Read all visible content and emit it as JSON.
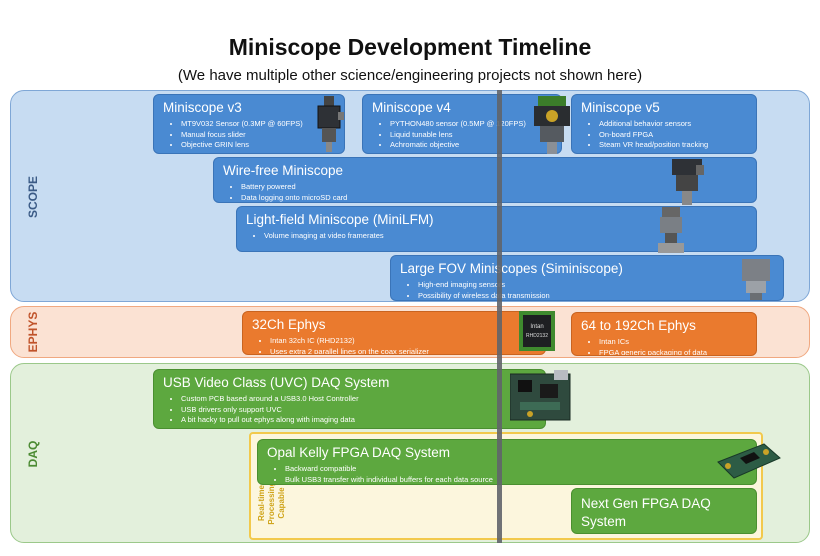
{
  "title": "Miniscope Development Timeline",
  "subtitle": "(We have multiple other science/engineering projects not shown here)",
  "sections": {
    "scope": "SCOPE",
    "ephys": "EPHYS",
    "daq": "DAQ"
  },
  "boxes": {
    "v3": {
      "title": "Miniscope v3",
      "bullets": [
        "MT9V032 Sensor (0.3MP @ 60FPS)",
        "Manual focus slider",
        "Objective GRIN lens"
      ]
    },
    "v4": {
      "title": "Miniscope v4",
      "bullets": [
        "PYTHON480 sensor (0.5MP @ 120FPS)",
        "Liquid tunable lens",
        "Achromatic objective"
      ]
    },
    "v5": {
      "title": "Miniscope v5",
      "bullets": [
        "Additional behavior sensors",
        "On-board FPGA",
        "Steam VR head/position tracking"
      ]
    },
    "wirefree": {
      "title": "Wire-free Miniscope",
      "bullets": [
        "Battery powered",
        "Data logging onto microSD card"
      ]
    },
    "minilfm": {
      "title": "Light-field Miniscope (MiniLFM)",
      "bullets": [
        "Volume imaging at video framerates"
      ]
    },
    "siminiscope": {
      "title": "Large FOV Miniscopes (Siminiscope)",
      "bullets": [
        "High-end imaging sensors",
        "Possibility of wireless data transmission"
      ]
    },
    "ephys32": {
      "title": "32Ch Ephys",
      "bullets": [
        "Intan 32ch IC (RHD2132)",
        "Uses extra 2 parallel lines on the coax serializer"
      ]
    },
    "ephys192": {
      "title": "64 to 192Ch Ephys",
      "bullets": [
        "Intan ICs",
        "FPGA generic packaging of data"
      ]
    },
    "uvc": {
      "title": "USB Video Class (UVC) DAQ System",
      "bullets": [
        "Custom PCB based around a USB3.0 Host Controller",
        "USB drivers only support UVC",
        "A bit hacky to pull out ephys along with imaging data"
      ]
    },
    "opalkelly": {
      "title": "Opal Kelly FPGA DAQ System",
      "bullets": [
        "Backward compatible",
        "Bulk USB3 transfer with individual buffers for each data source"
      ]
    },
    "nextgen": {
      "title": "Next Gen FPGA DAQ System",
      "bullets": []
    }
  },
  "realtime_label": "Real-time Processing Capable",
  "chip_text": [
    "Intan",
    "RHD2132"
  ],
  "colors": {
    "scope_bg": "#c7dcf2",
    "ephys_bg": "#fbe2d3",
    "daq_bg": "#e3f0dc",
    "blue_box": "#4a8ad2",
    "orange_box": "#ea7a2e",
    "green_box": "#5da83f",
    "realtime": "#f2c94c",
    "timeline_marker": "#60646a"
  },
  "icons": [
    "miniscope-device-icon",
    "chip-icon",
    "pcb-board-icon"
  ]
}
